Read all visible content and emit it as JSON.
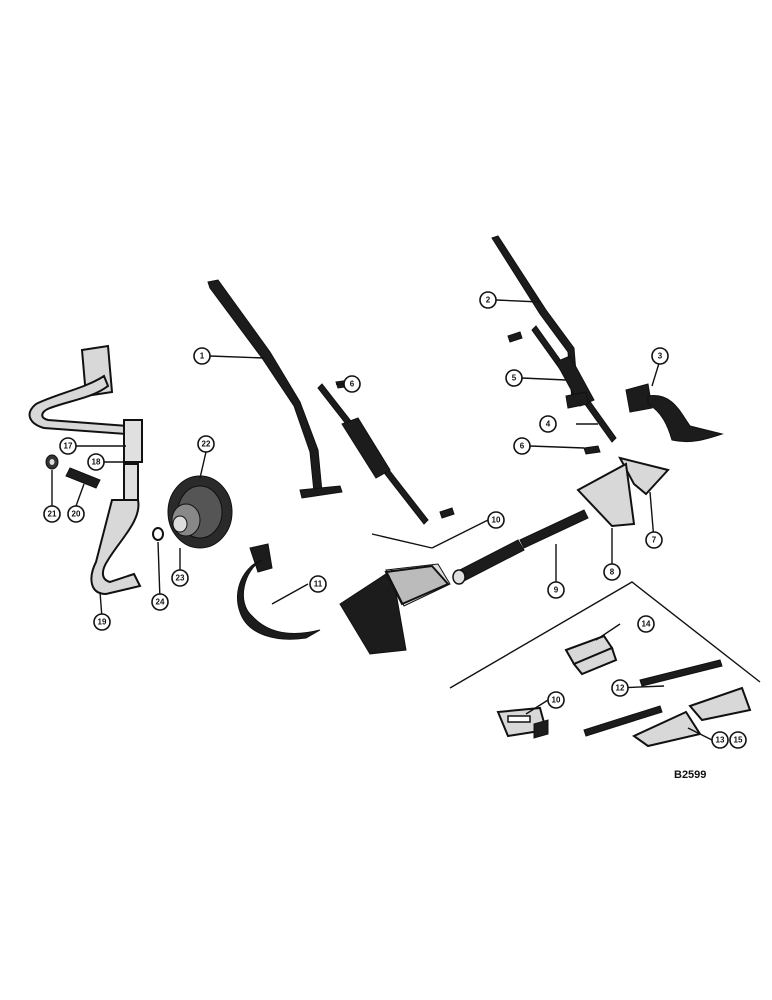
{
  "figure": {
    "code": "B2599",
    "callouts": [
      "1",
      "2",
      "3",
      "4",
      "5",
      "6",
      "6",
      "7",
      "8",
      "9",
      "10",
      "10",
      "11",
      "12",
      "13",
      "15",
      "14",
      "17",
      "18",
      "19",
      "20",
      "21",
      "22",
      "23",
      "24"
    ]
  }
}
